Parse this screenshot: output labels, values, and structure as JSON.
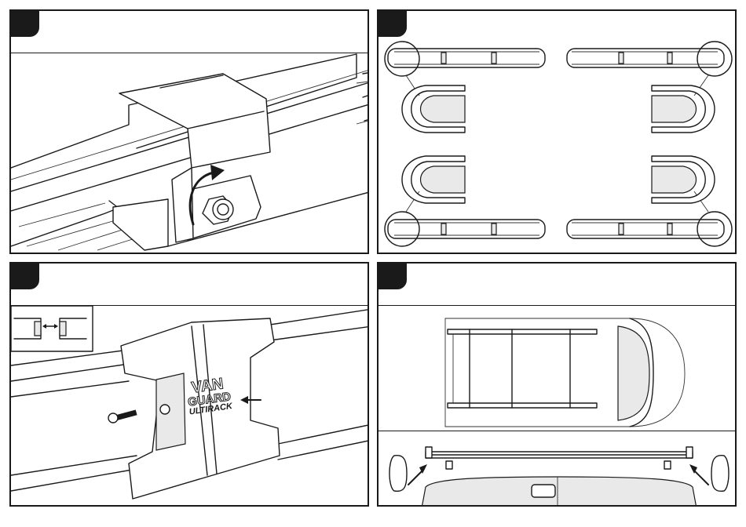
{
  "colors": {
    "frame": "#1a1a1a",
    "background": "#ffffff",
    "shade": "#e9e9e9"
  },
  "panels": [
    {
      "name": "step-1",
      "content": "clamp-nut-tightening",
      "icons": [
        "rotation-arrow-icon"
      ]
    },
    {
      "name": "step-2",
      "content": "end-cap-fitting",
      "icons": [
        "detail-circle-icon"
      ]
    },
    {
      "name": "step-3",
      "content": "joint-cover-and-bolt",
      "icons": [
        "pointer-arrow-icon",
        "double-arrow-icon"
      ]
    },
    {
      "name": "step-4",
      "content": "van-roof-rack-views",
      "icons": [
        "pointer-arrow-icon"
      ]
    }
  ],
  "logo": {
    "lines": [
      "VAN",
      "GUARD",
      "ULTIRACK"
    ]
  }
}
